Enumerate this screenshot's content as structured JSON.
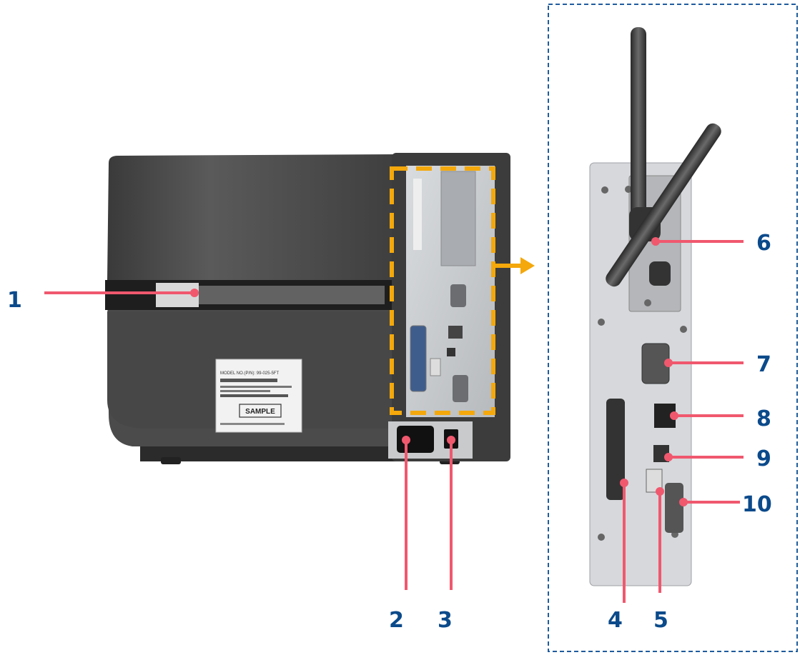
{
  "figure": {
    "callouts": [
      {
        "num": "1"
      },
      {
        "num": "2"
      },
      {
        "num": "3"
      },
      {
        "num": "4"
      },
      {
        "num": "5"
      },
      {
        "num": "6"
      },
      {
        "num": "7"
      },
      {
        "num": "8"
      },
      {
        "num": "9"
      },
      {
        "num": "10"
      }
    ],
    "rating_label": {
      "line1": "MODEL NO.(P/N): 99-025-5FT",
      "sample": "SAMPLE"
    },
    "colors": {
      "callout_text": "#0b4a8b",
      "leader_line": "#f0586e",
      "highlight_box": "#f4a80b",
      "detail_border": "#1f5c9e",
      "printer_body": "#4a4a4a",
      "panel": "#c9ccd0"
    }
  }
}
